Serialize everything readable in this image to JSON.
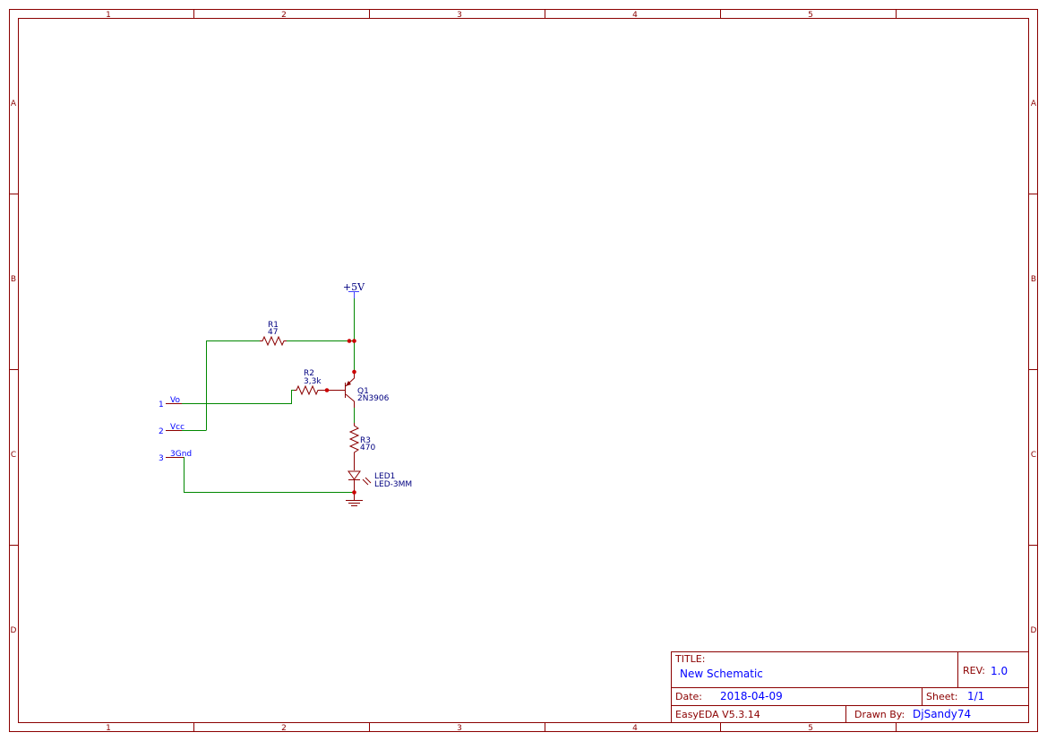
{
  "frame": {
    "columns": [
      "1",
      "2",
      "3",
      "4",
      "5"
    ],
    "rows": [
      "A",
      "B",
      "C",
      "D"
    ]
  },
  "schematic": {
    "power": "+5V",
    "components": {
      "r1": {
        "ref": "R1",
        "value": "47"
      },
      "r2": {
        "ref": "R2",
        "value": "3,3k"
      },
      "q1": {
        "ref": "Q1",
        "value": "2N3906"
      },
      "r3": {
        "ref": "R3",
        "value": "470"
      },
      "led1": {
        "ref": "LED1",
        "value": "LED-3MM"
      }
    },
    "header_pins": [
      {
        "num": "1",
        "name": "Vo"
      },
      {
        "num": "2",
        "name": "Vcc"
      },
      {
        "num": "3",
        "name": "3Gnd"
      }
    ]
  },
  "title_block": {
    "title_label": "TITLE:",
    "title": "New Schematic",
    "rev_label": "REV:",
    "rev": "1.0",
    "date_label": "Date:",
    "date": "2018-04-09",
    "sheet_label": "Sheet:",
    "sheet": "1/1",
    "software": "EasyEDA V5.3.14",
    "drawn_by_label": "Drawn By:",
    "drawn_by": "DjSandy74"
  },
  "colors": {
    "frame": "#8b0000",
    "wire": "#008800",
    "text": "#0000ff"
  }
}
